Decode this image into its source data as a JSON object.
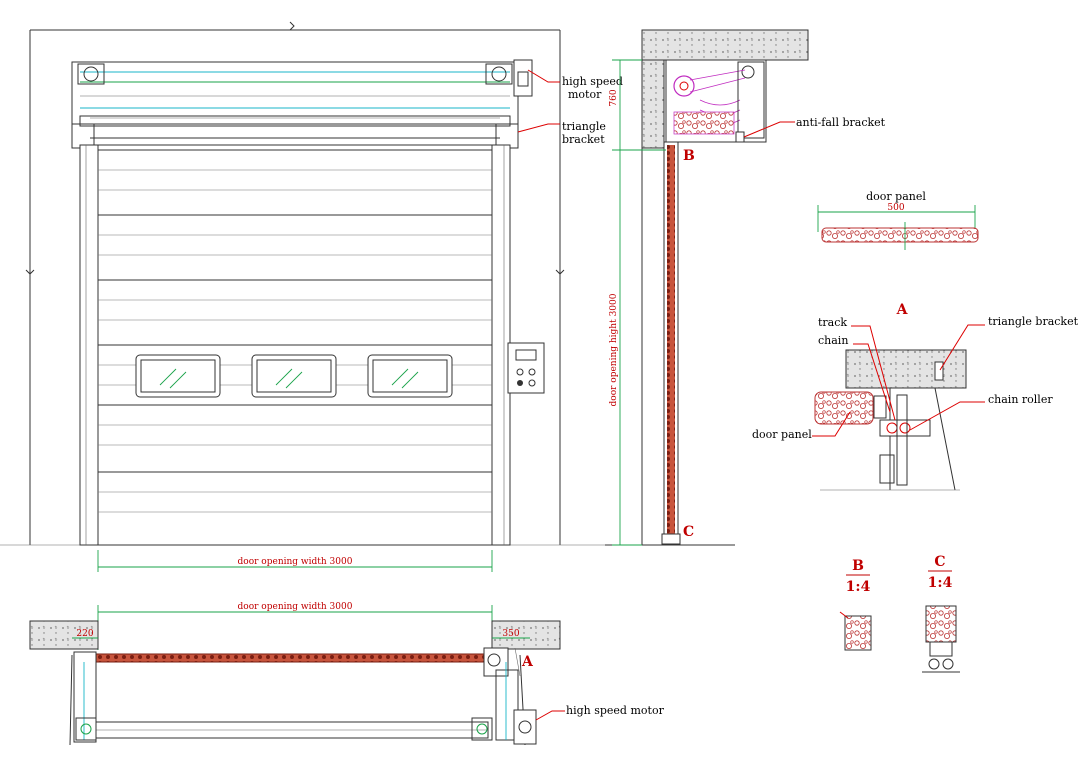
{
  "labels": {
    "motor_top": "high speed",
    "motor_top2": "motor",
    "triangle1": "triangle",
    "triangle2": "bracket",
    "anti_fall": "anti-fall bracket",
    "door_panel_title": "door panel",
    "door_panel_dim": "500",
    "detail_a": "A",
    "track": "track",
    "chain": "chain",
    "triangle_bracket": "triangle bracket",
    "chain_roller": "chain roller",
    "door_panel": "door panel",
    "detail_b": "B",
    "detail_c": "C",
    "scale_b": "1:4",
    "scale_c": "1:4",
    "plan_motor": "high speed motor",
    "plan_a": "A"
  },
  "dimensions": {
    "width_front": "door opening width 3000",
    "width_plan": "door opening width 3000",
    "height_side": "door opening hight 3000",
    "top_side": "760",
    "plan_left": "220",
    "plan_right": "350"
  },
  "side_marks": {
    "b": "B",
    "c": "C"
  },
  "colors": {
    "dimension": "#c00000",
    "green": "#1aa34a",
    "cyan": "#18b6c9",
    "chain": "#b23b2a"
  }
}
